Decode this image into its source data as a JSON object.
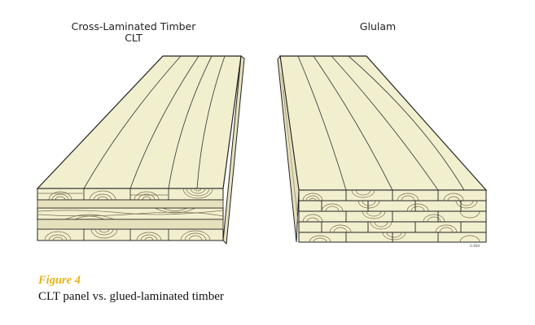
{
  "clt": {
    "title": "Cross-Laminated Timber",
    "subtitle": "CLT"
  },
  "glulam": {
    "title": "Glulam"
  },
  "drawing_code": "G-684",
  "caption": {
    "label": "Figure 4",
    "text": "CLT panel vs. glued-laminated timber"
  },
  "colors": {
    "wood": "#f2efcf",
    "side": "#e6e1bd",
    "grain": "#7a7050",
    "outline": "#222222",
    "caption_label": "#e8b31a"
  }
}
